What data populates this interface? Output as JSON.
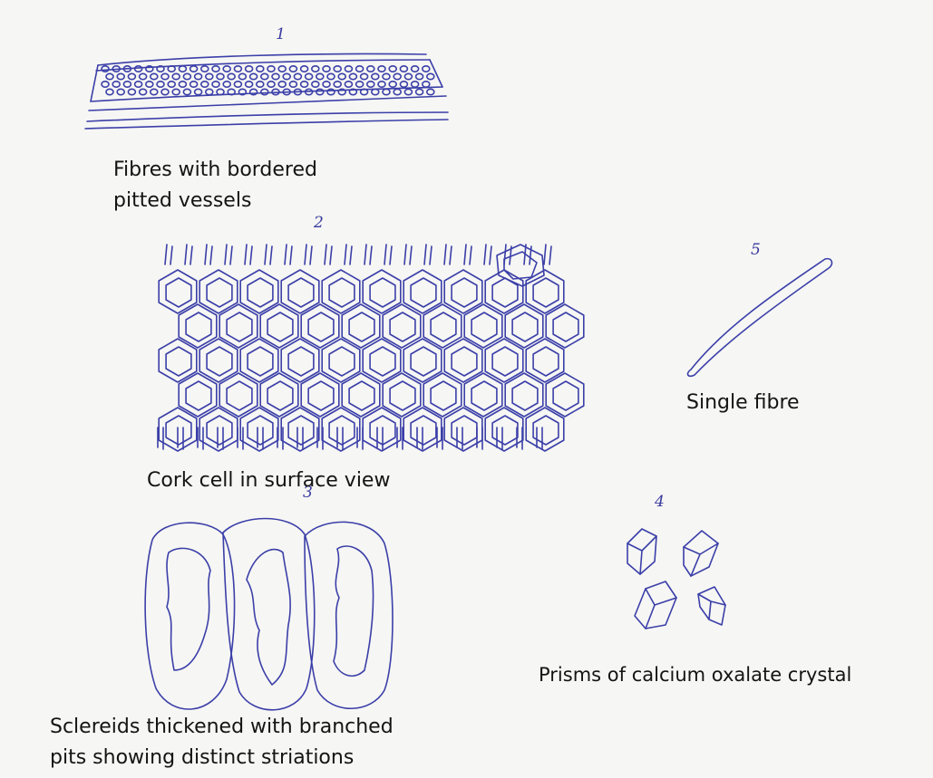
{
  "figures": [
    {
      "number": "1",
      "caption_line1": "Fibres  with bordered",
      "caption_line2": "pitted vessels"
    },
    {
      "number": "2",
      "caption_line1": "Cork cell in surface view"
    },
    {
      "number": "3",
      "caption_line1": "Sclereids thickened with branched",
      "caption_line2": "pits showing distinct striations"
    },
    {
      "number": "4",
      "caption_line1": "Prisms of calcium oxalate crystal"
    },
    {
      "number": "5",
      "caption_line1": "Single fibre"
    }
  ],
  "colors": {
    "ink": "#3b3fa8",
    "paper": "#f6f6f4",
    "text": "#141414"
  }
}
